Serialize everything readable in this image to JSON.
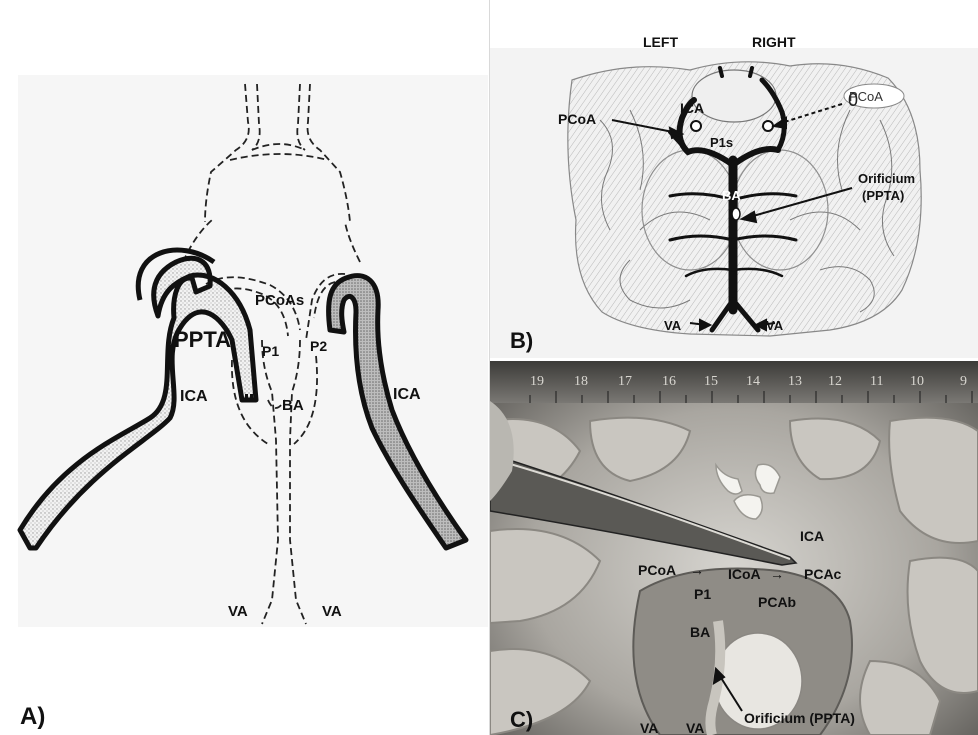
{
  "panel_a": {
    "letter": "A)",
    "labels": {
      "pcoas": "PCoAs",
      "ppta": "PPTA",
      "p1": "P1",
      "p2": "P2",
      "ba": "BA",
      "ica_left": "ICA",
      "ica_right": "ICA",
      "va_left": "VA",
      "va_right": "VA"
    }
  },
  "panel_b": {
    "letter": "B)",
    "labels": {
      "left": "LEFT",
      "right": "RIGHT",
      "pcoa_left": "PCoA",
      "pcoa_right": "PCoA",
      "ica": "ICA",
      "p1s": "P1s",
      "ba": "BA",
      "orificium": "Orificium",
      "ppta": "(PPTA)",
      "va_left": "VA",
      "va_right": "VA"
    }
  },
  "panel_c": {
    "letter": "C)",
    "ruler_numbers": [
      "19",
      "18",
      "17",
      "16",
      "15",
      "14",
      "13",
      "12",
      "11",
      "10",
      "9"
    ],
    "labels": {
      "ica": "ICA",
      "pcoa": "PCoA",
      "icoa": "ICoA",
      "pcac": "PCAc",
      "p1": "P1",
      "pcab": "PCAb",
      "ba": "BA",
      "orificium": "Orificium (PPTA)",
      "va_left": "VA",
      "va_right": "VA"
    }
  }
}
